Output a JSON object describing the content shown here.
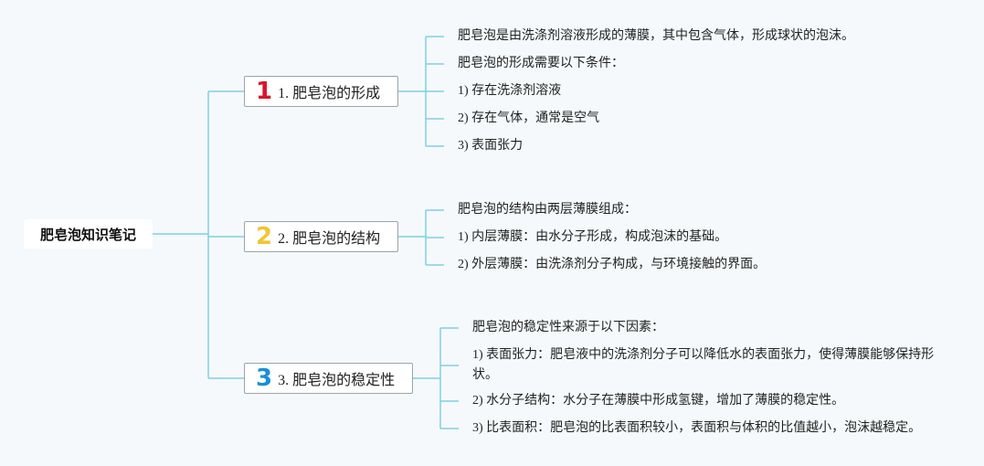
{
  "root": {
    "label": "肥皂泡知识笔记"
  },
  "colors": {
    "line": "#7fcfe3",
    "badge_1": "#d9142b",
    "badge_2": "#f2c531",
    "badge_3": "#1a8fd6"
  },
  "branches": [
    {
      "badge": "1",
      "label": "1. 肥皂泡的形成",
      "items": [
        "肥皂泡是由洗涤剂溶液形成的薄膜，其中包含气体，形成球状的泡沫。",
        "肥皂泡的形成需要以下条件：",
        "1) 存在洗涤剂溶液",
        "2) 存在气体，通常是空气",
        "3) 表面张力"
      ]
    },
    {
      "badge": "2",
      "label": "2. 肥皂泡的结构",
      "items": [
        "肥皂泡的结构由两层薄膜组成：",
        "1) 内层薄膜：由水分子形成，构成泡沫的基础。",
        "2) 外层薄膜：由洗涤剂分子构成，与环境接触的界面。"
      ]
    },
    {
      "badge": "3",
      "label": "3. 肥皂泡的稳定性",
      "items": [
        "肥皂泡的稳定性来源于以下因素：",
        "1) 表面张力：肥皂液中的洗涤剂分子可以降低水的表面张力，使得薄膜能够保持形状。",
        "2) 水分子结构：水分子在薄膜中形成氢键，增加了薄膜的稳定性。",
        "3) 比表面积：肥皂泡的比表面积较小，表面积与体积的比值越小，泡沫越稳定。"
      ]
    }
  ]
}
